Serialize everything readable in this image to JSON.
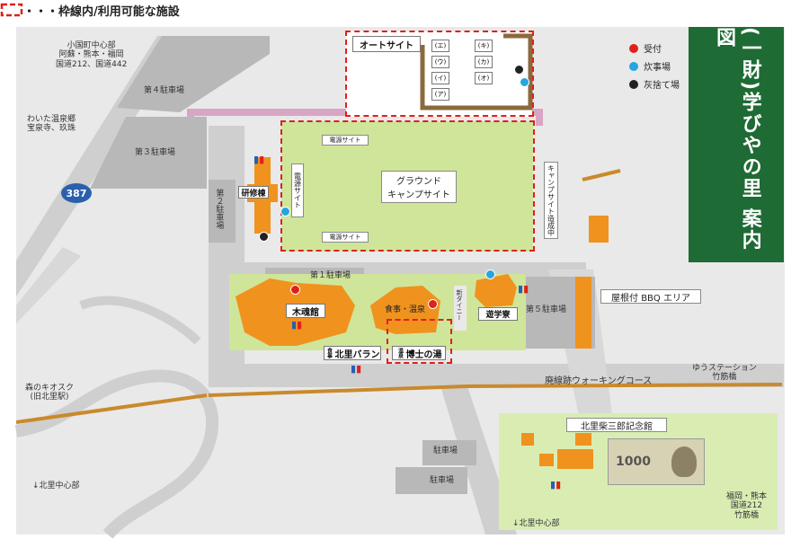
{
  "legend": {
    "header": "・・・枠線内/利用可能な施設",
    "items": [
      {
        "icon": "reception-icon",
        "label": "受付",
        "color": "#e0201b"
      },
      {
        "icon": "cooking-icon",
        "label": "炊事場",
        "color": "#26a5de"
      },
      {
        "icon": "ash-disposal-icon",
        "label": "灰捨て場",
        "color": "#222222"
      }
    ]
  },
  "title": "(一財)学びやの里 案内図",
  "signs": {
    "north": "小国町中心部\n阿蘇・熊本・福岡\n国道212、国道442",
    "onsen": "わいた温泉郷\n宝泉寺、玖珠",
    "route": "387",
    "kiosk": "森のキオスク\n(旧北里駅)",
    "kitasato_sw": "↓北里中心部",
    "kitasato_s": "↓北里中心部",
    "yu_station": "ゆうステーション\n竹筋橋",
    "fukuoka": "福岡・熊本\n国道212\n竹筋橋"
  },
  "parking": {
    "p1": "第１駐車場",
    "p2": "第２駐車場",
    "p3": "第３駐車場",
    "p4": "第４駐車場",
    "p5": "第５駐車場",
    "pa": "駐車場",
    "pb": "駐車場"
  },
  "areas": {
    "auto_site": "オートサイト",
    "auto_plots": [
      "(エ)",
      "(ウ)",
      "(イ)",
      "(ア)",
      "(キ)",
      "(カ)",
      "(オ)"
    ],
    "ground": "グラウンド\nキャンプサイト",
    "power_top": "電源サイト",
    "power_bottom": "電源サイト",
    "power_left": "電源サイト",
    "camp_construction": "キャンプサイト造成中",
    "training": "研修棟",
    "mokkonkan": "木魂館",
    "meal_onsen": "食事・温泉",
    "hakase": "博士の湯",
    "hakase_tag": "温泉",
    "kitasato_baran": "北里バラン",
    "baran_tag": "食事",
    "new_dining": "新ダイニー",
    "yugakuryo": "遊学寮",
    "bbq": "屋根付 BBQ エリア",
    "walking": "廃線跡ウォーキングコース",
    "museum": "北里柴三郎記念館"
  },
  "banknote": {
    "value": "1000"
  },
  "colors": {
    "road": "#cfcfcf",
    "grass": "#cfe59a",
    "building": "#f0921e",
    "walk": "#c98a2c",
    "highlight": "#e0201b",
    "title_bg": "#1f6b35",
    "lot": "#b8b8b8"
  }
}
